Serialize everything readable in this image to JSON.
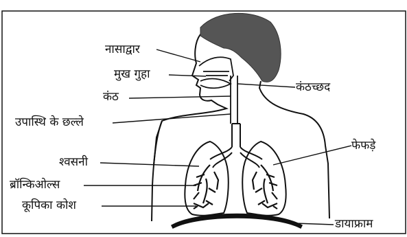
{
  "labels": {
    "nostril": "नासाद्वार",
    "mouth_cavity": "मुख गुहा",
    "pharynx": "कंठ",
    "cartilage_rings": "उपास्थि के छल्ले",
    "epiglottis": "कंठच्छद",
    "bronchi": "श्वसनी",
    "bronchioles": "ब्रॉन्किओल्स",
    "alveoli": "कूपिका कोश",
    "lungs": "फेफड़े",
    "diaphragm": "डायाफ्राम"
  },
  "colors": {
    "stroke": "#111111",
    "hair": "#555555",
    "frame": "#111111"
  }
}
